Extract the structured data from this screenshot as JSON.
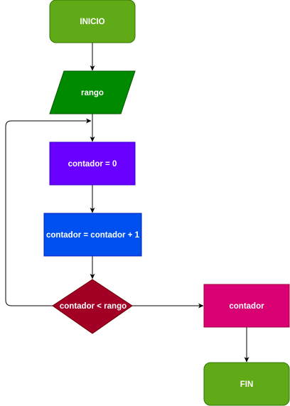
{
  "nodes": {
    "inicio": {
      "label": "INICIO",
      "fill": "#60a917",
      "stroke": "#2d7600"
    },
    "rango": {
      "label": "rango",
      "fill": "#008a00",
      "stroke": "#005700"
    },
    "init": {
      "label": "contador = 0",
      "fill": "#6a00ff",
      "stroke": "#3700cc"
    },
    "incremento": {
      "label": "contador = contador + 1",
      "fill": "#0050ef",
      "stroke": "#001dbc"
    },
    "condicion": {
      "label": "contador < rango",
      "fill": "#a20025",
      "stroke": "#6f0000"
    },
    "salida": {
      "label": "contador",
      "fill": "#d80073",
      "stroke": "#a50040"
    },
    "fin": {
      "label": "FIN",
      "fill": "#60a917",
      "stroke": "#2d7600"
    }
  }
}
